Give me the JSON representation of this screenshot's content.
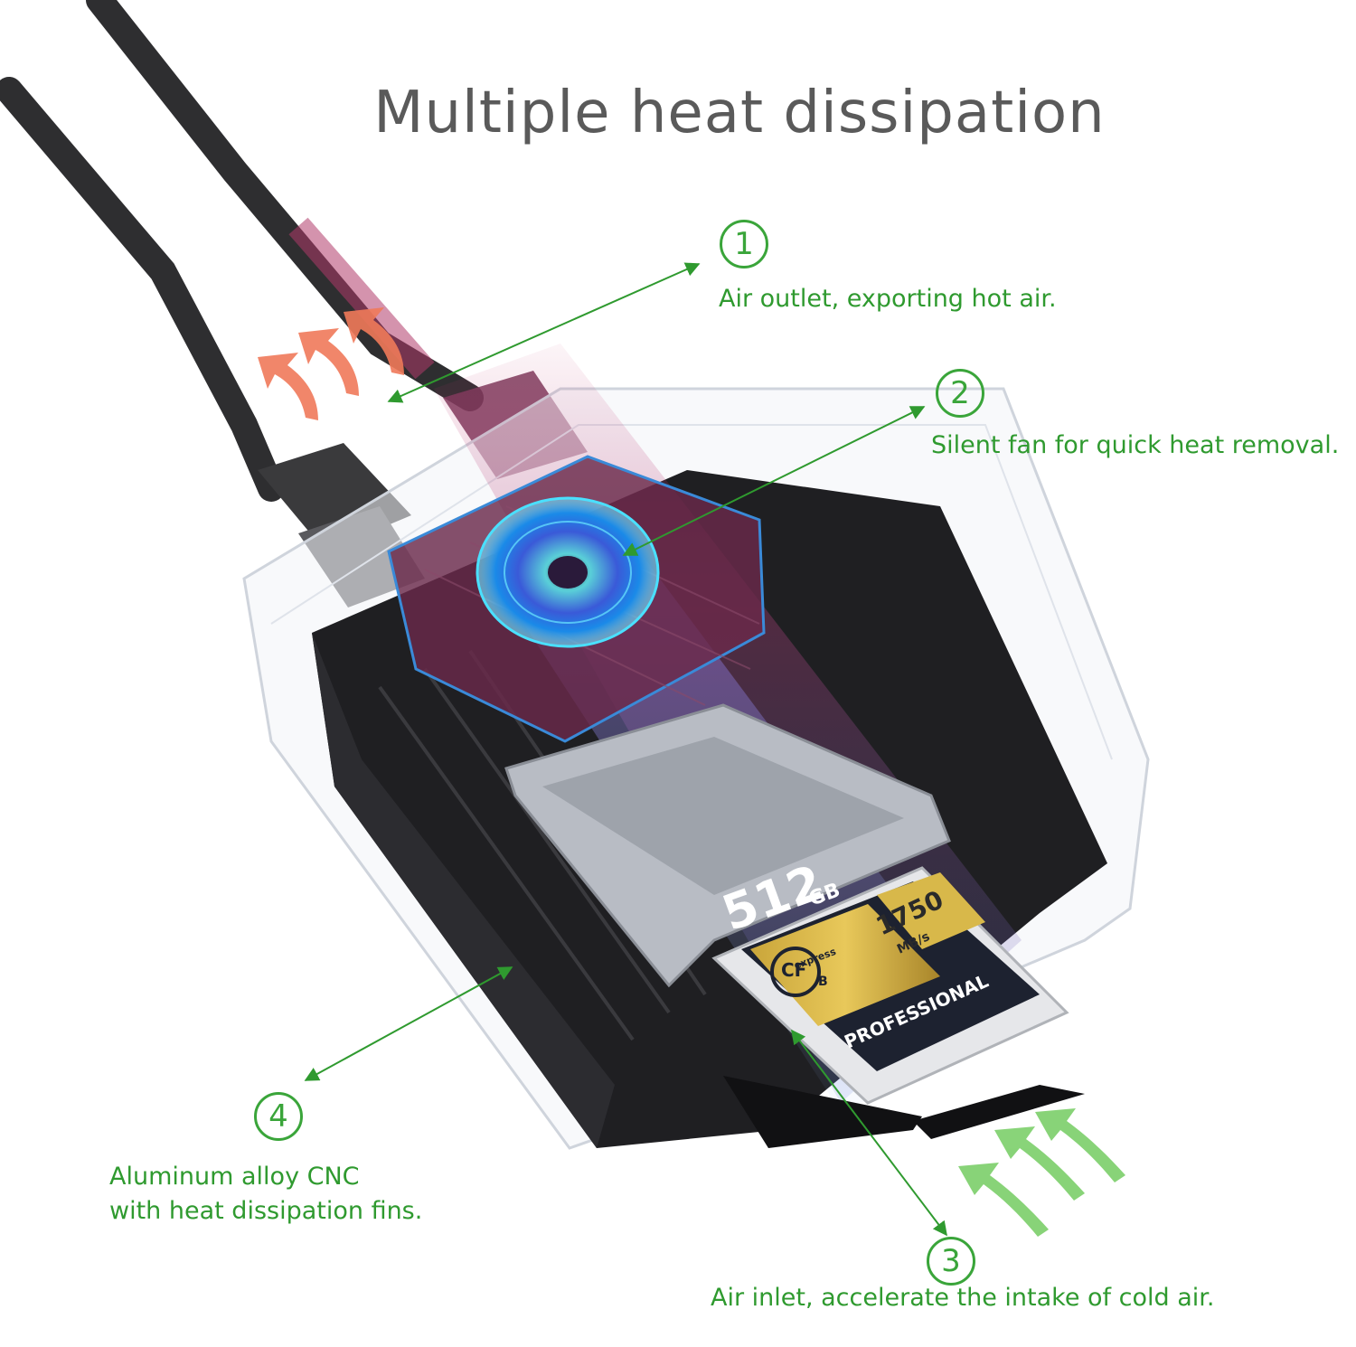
{
  "title": "Multiple heat dissipation",
  "callouts": [
    {
      "number": "1",
      "lines": [
        "Air outlet, exporting hot air."
      ]
    },
    {
      "number": "2",
      "lines": [
        "Silent fan for quick heat removal."
      ]
    },
    {
      "number": "3",
      "lines": [
        "Air inlet, accelerate the intake of cold air."
      ]
    },
    {
      "number": "4",
      "lines": [
        "Aluminum alloy CNC",
        "with heat dissipation fins."
      ]
    }
  ],
  "card": {
    "capacity": "512",
    "capacity_unit": "GB",
    "speed": "1750",
    "speed_unit": "MB/s",
    "logo_main": "CF",
    "logo_sub": "express",
    "logo_type": "B",
    "label": "PROFESSIONAL"
  },
  "colors": {
    "accent_green": "#3aa53a",
    "hot_air": "#f07a5a",
    "cold_air": "#7ccf6a",
    "title_gray": "#5a5a5a"
  }
}
